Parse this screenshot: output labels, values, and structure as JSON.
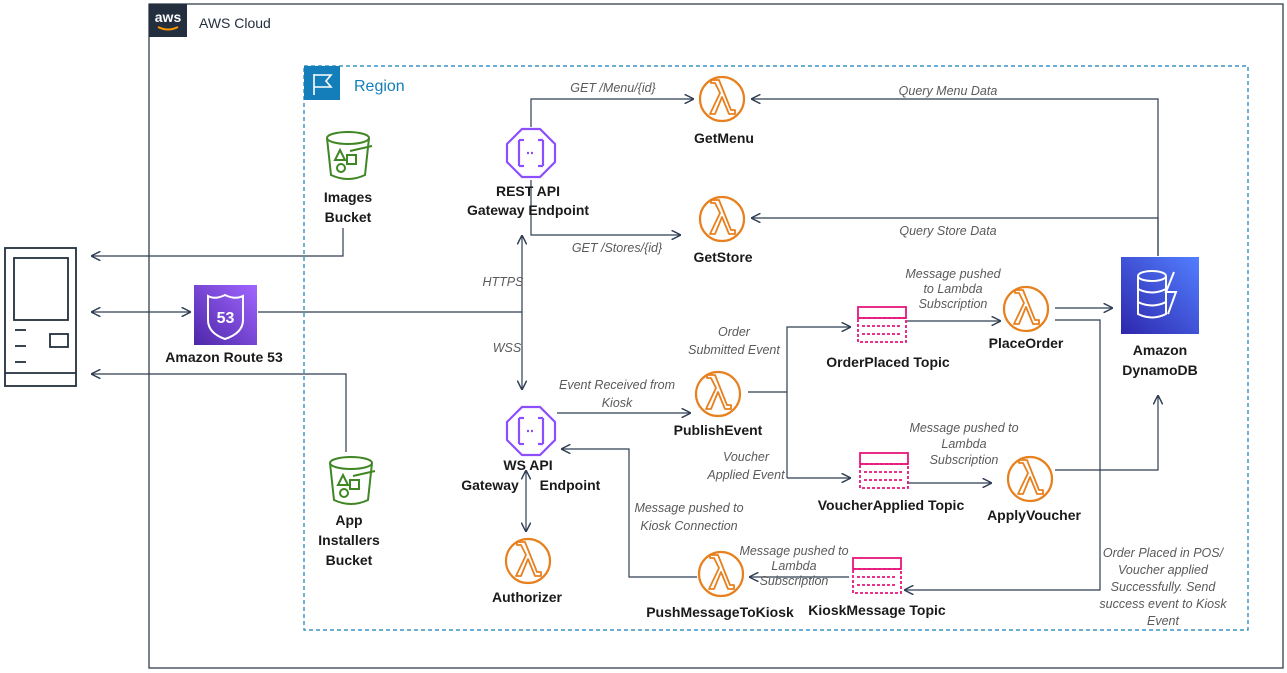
{
  "cloud_label": "AWS Cloud",
  "aws_logo_text": "aws",
  "region_label": "Region",
  "nodes": {
    "images_bucket": [
      "Images",
      "Bucket"
    ],
    "app_installers_bucket": [
      "App",
      "Installers",
      "Bucket"
    ],
    "route53": [
      "Amazon Route 53"
    ],
    "route53_badge": "53",
    "rest_api": [
      "REST API",
      "Gateway Endpoint"
    ],
    "ws_api": [
      "WS API",
      "Gateway",
      "Endpoint"
    ],
    "get_menu": [
      "GetMenu"
    ],
    "get_store": [
      "GetStore"
    ],
    "publish_event": [
      "PublishEvent"
    ],
    "authorizer": [
      "Authorizer"
    ],
    "push_message": [
      "PushMessageToKiosk"
    ],
    "place_order": [
      "PlaceOrder"
    ],
    "apply_voucher": [
      "ApplyVoucher"
    ],
    "order_placed_topic": [
      "OrderPlaced Topic"
    ],
    "voucher_applied_topic": [
      "VoucherApplied  Topic"
    ],
    "kiosk_message_topic": [
      "KioskMessage Topic"
    ],
    "dynamodb": [
      "Amazon",
      "DynamoDB"
    ]
  },
  "edge_labels": {
    "get_menu": [
      "GET /Menu/{id}"
    ],
    "get_stores": [
      "GET /Stores/{id}"
    ],
    "query_menu": [
      "Query Menu Data"
    ],
    "query_store": [
      "Query Store Data"
    ],
    "https": [
      "HTTPS"
    ],
    "wss": [
      "WSS"
    ],
    "order_submitted": [
      "Order",
      "Submitted Event"
    ],
    "event_received": [
      "Event Received from",
      "Kiosk"
    ],
    "voucher_applied_event": [
      "Voucher",
      "Applied Event"
    ],
    "msg_lambda_1": [
      "Message pushed",
      "to Lambda",
      "Subscription"
    ],
    "msg_lambda_2": [
      "Message pushed to",
      "Lambda",
      "Subscription"
    ],
    "msg_lambda_3": [
      "Message pushed to",
      "Lambda",
      "Subscription"
    ],
    "msg_kiosk_conn": [
      "Message pushed to",
      "Kiosk Connection"
    ],
    "order_placed_pos": [
      "Order Placed in POS/",
      "Voucher applied",
      "Successfully. Send",
      "success event to Kiosk",
      "Event"
    ]
  },
  "colors": {
    "lambda": "#e7801e",
    "api_gateway": "#8c4fff",
    "s3": "#3f8624",
    "route53": "#8c4fff",
    "sns": "#e7157b",
    "dynamodb": "#3b48cc",
    "region": "#147eba"
  }
}
